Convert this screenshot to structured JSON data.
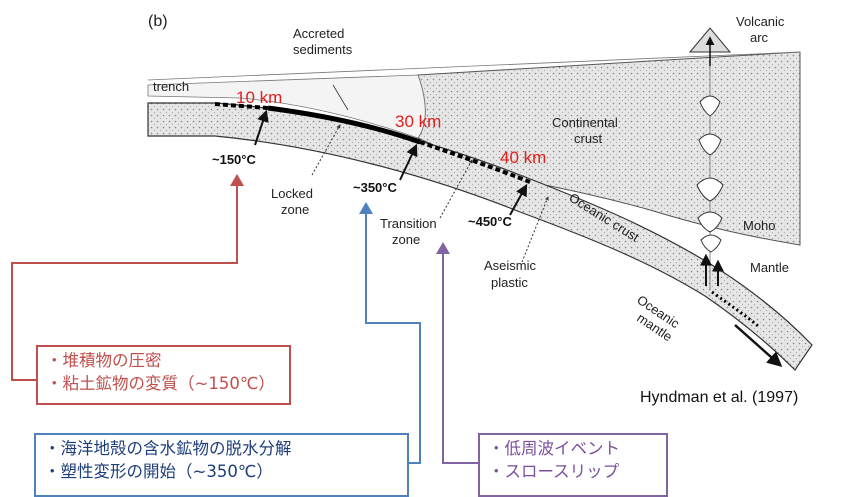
{
  "diagram": {
    "panel_label": "(b)",
    "labels": {
      "accreted": [
        "Accreted",
        "sediments"
      ],
      "volcanic": [
        "Volcanic",
        "arc"
      ],
      "trench": "trench",
      "continental": [
        "Continental",
        "crust"
      ],
      "locked": [
        "Locked",
        "zone"
      ],
      "transition": [
        "Transition",
        "zone"
      ],
      "aseismic": [
        "Aseismic",
        "plastic"
      ],
      "oceanic_crust": "Oceanic crust",
      "moho": "Moho",
      "mantle": "Mantle",
      "oceanic_mantle": [
        "Oceanic",
        "mantle"
      ]
    },
    "temperatures": [
      "~150°C",
      "~350°C",
      "~450°C"
    ],
    "depths": [
      "10 km",
      "30 km",
      "40 km"
    ]
  },
  "boxes": {
    "red": [
      "・堆積物の圧密",
      "・粘土鉱物の変質（~150℃）"
    ],
    "blue": [
      "・海洋地殻の含水鉱物の脱水分解",
      "・塑性変形の開始（~350℃）"
    ],
    "purple": [
      "・低周波イベント",
      "・スロースリップ"
    ]
  },
  "colors": {
    "red": "#c0504d",
    "blue": "#4f81bd",
    "purple": "#8064a2",
    "depth_text": "#e0201c"
  },
  "citation": "Hyndman et al. (1997)"
}
